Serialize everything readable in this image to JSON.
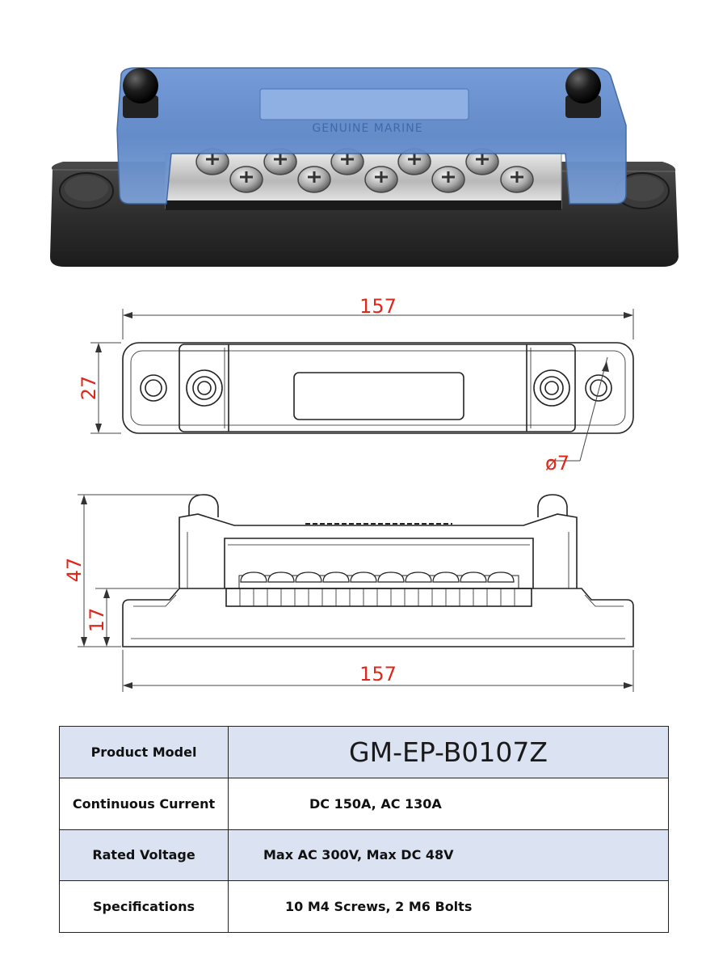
{
  "photo": {
    "brand_text": "GENUINE MARINE"
  },
  "top_view": {
    "length_label": "157",
    "width_label": "27",
    "hole_label": "ø7"
  },
  "side_view": {
    "height_label": "47",
    "base_height_label": "17",
    "length_label": "157"
  },
  "specs": {
    "rows": [
      {
        "label": "Product Model",
        "value": "GM-EP-B0107Z"
      },
      {
        "label": "Continuous Current",
        "value": "DC 150A, AC 130A"
      },
      {
        "label": "Rated Voltage",
        "value": "Max AC 300V, Max DC 48V"
      },
      {
        "label": "Specifications",
        "value": "10 M4 Screws, 2 M6 Bolts"
      }
    ]
  },
  "colors": {
    "cover_blue": "#5b86c6",
    "base_black": "#2a2a2a",
    "dimension_red": "#e0271b",
    "table_header_fill": "#dbe3f2"
  }
}
